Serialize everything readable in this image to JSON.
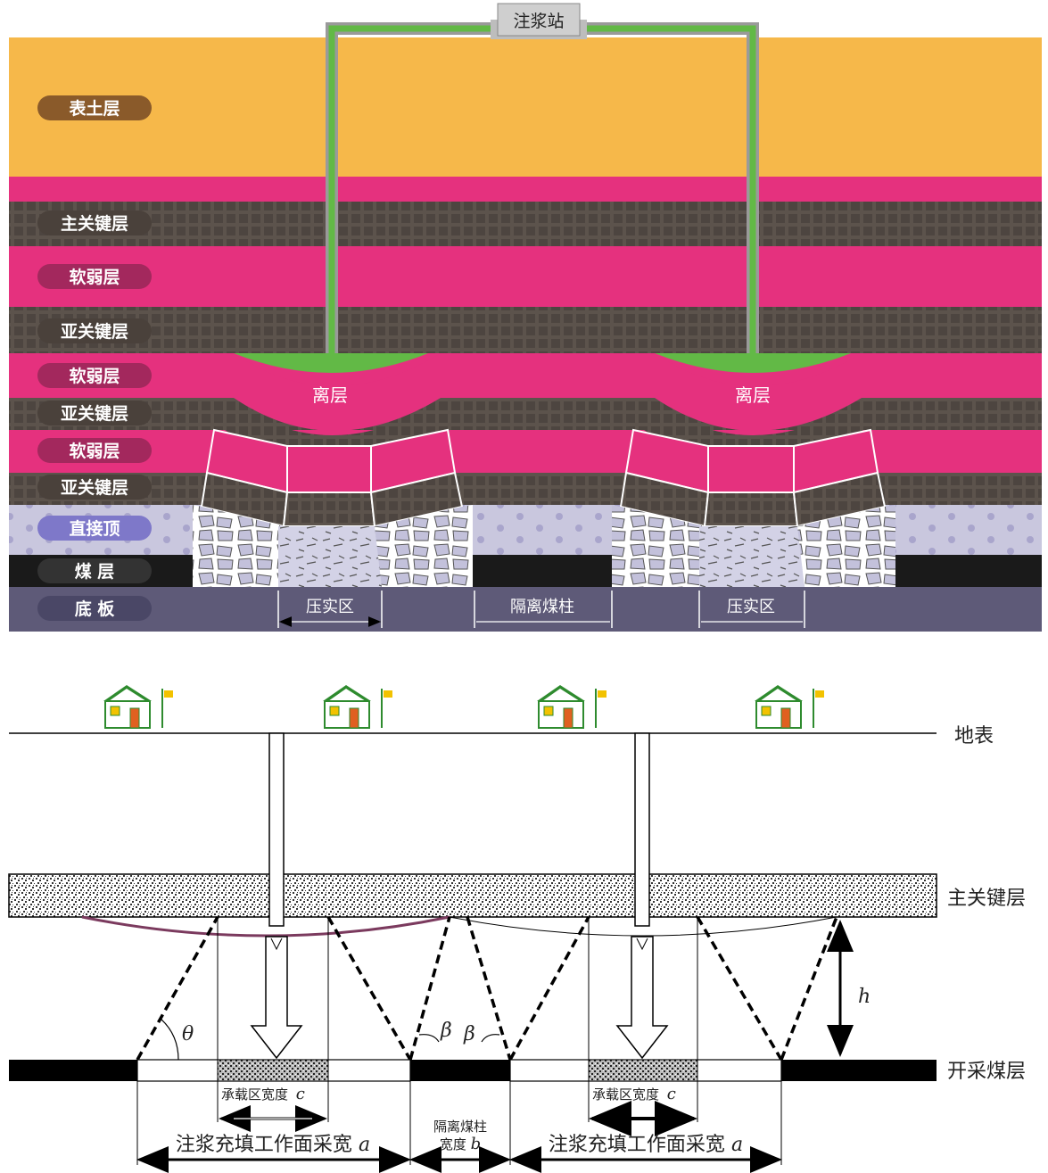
{
  "top_diagram": {
    "station_label": "注浆站",
    "layers": [
      {
        "name": "表土层",
        "color": "#f6b84a",
        "pill": "#8a5a2a"
      },
      {
        "name": "主关键层",
        "color": "#5c534c",
        "pill": "#4a413b"
      },
      {
        "name": "软弱层",
        "color": "#e5317e",
        "pill": "#a3285d"
      },
      {
        "name": "亚关键层",
        "color": "#5c534c",
        "pill": "#4a413b"
      },
      {
        "name": "软弱层",
        "color": "#e5317e",
        "pill": "#a3285d"
      },
      {
        "name": "亚关键层",
        "color": "#5c534c",
        "pill": "#4a413b"
      },
      {
        "name": "软弱层",
        "color": "#e5317e",
        "pill": "#a3285d"
      },
      {
        "name": "亚关键层",
        "color": "#5c534c",
        "pill": "#4a413b"
      },
      {
        "name": "直接顶",
        "color": "#c9c7de",
        "pill": "#7e78c9"
      },
      {
        "name": "煤 层",
        "color": "#1a1a1a",
        "pill": "#333333"
      },
      {
        "name": "底 板",
        "color": "#5e5a78",
        "pill": "#4a4766"
      }
    ],
    "separation_label": "离层",
    "compact_zone_label": "压实区",
    "isolation_pillar_label": "隔离煤柱",
    "colors": {
      "grout": "#62b946",
      "soil": "#f6b84a",
      "soft": "#e5317e",
      "key": "#5c534c",
      "roof": "#c9c7de",
      "coal": "#1a1a1a",
      "floor": "#5e5a78"
    }
  },
  "bottom_diagram": {
    "surface_label": "地表",
    "key_layer_label": "主关键层",
    "coal_seam_label": "开采煤层",
    "height_symbol": "h",
    "angle_theta": "θ",
    "angle_beta": "β",
    "bearing_zone_label": "承载区宽度",
    "bearing_zone_symbol": "c",
    "pillar_width_label": "隔离煤柱",
    "pillar_width_label2": "宽度",
    "pillar_width_symbol": "b",
    "face_width_label": "注浆充填工作面采宽",
    "face_width_symbol": "a"
  }
}
